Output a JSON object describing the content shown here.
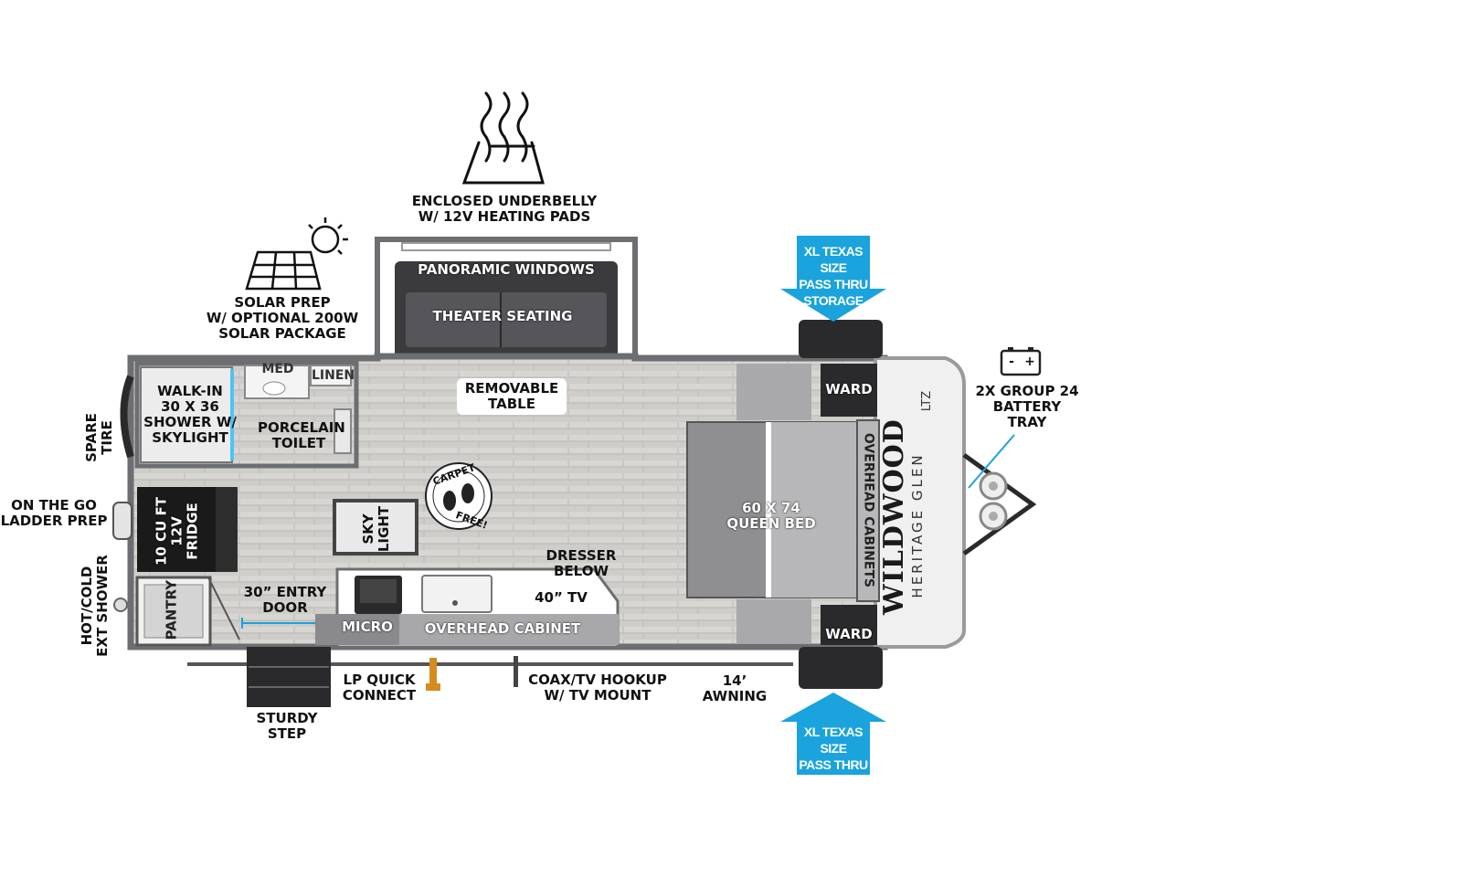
{
  "feature_icons": {
    "underbelly": "heat-waves-icon",
    "solar": "solar-panel-icon",
    "battery": "battery-icon",
    "carpet_free": "carpet-free-badge-icon"
  },
  "labels": {
    "underbelly": "ENCLOSED UNDERBELLY\nW/ 12V HEATING PADS",
    "solar": "SOLAR PREP\nW/ OPTIONAL 200W\nSOLAR PACKAGE",
    "panoramic_windows": "PANORAMIC WINDOWS",
    "theater_seating": "THEATER SEATING",
    "removable_table": "REMOVABLE\nTABLE",
    "med": "MED",
    "linen": "LINEN",
    "shower": "WALK-IN\n30 X 36\nSHOWER W/\nSKYLIGHT",
    "toilet": "PORCELAIN\nTOILET",
    "spare_tire": "SPARE\nTIRE",
    "ladder": "ON THE GO\nLADDER PREP",
    "fridge": "10 CU FT\n12V\nFRIDGE",
    "pantry": "PANTRY",
    "ext_shower": "HOT/COLD\nEXT SHOWER",
    "skylight": "SKY\nLIGHT",
    "entry_door": "30” ENTRY\nDOOR",
    "micro": "MICRO",
    "overhead_cabinet": "OVERHEAD CABINET",
    "dresser": "DRESSER\nBELOW",
    "tv": "40” TV",
    "queen_bed": "60 X  74\nQUEEN BED",
    "overhead_cabinets": "OVERHEAD CABINETS",
    "ward_top": "WARD",
    "ward_bottom": "WARD",
    "storage_top": "XL TEXAS SIZE\nPASS THRU\nSTORAGE",
    "storage_bottom": "XL TEXAS SIZE\nPASS THRU\nSTORAGE",
    "battery": "2X GROUP 24\nBATTERY\nTRAY",
    "battery_minus": "-",
    "battery_plus": "+",
    "lp": "LP QUICK\nCONNECT",
    "coax": "COAX/TV HOOKUP\nW/ TV MOUNT",
    "awning": "14’ AWNING",
    "step": "STURDY\nSTEP",
    "carpet_top": "CARPET",
    "carpet_bottom": "FREE!"
  },
  "branding": {
    "logo_main": "WILDWOOD",
    "logo_sub": "HERITAGE GLEN",
    "logo_mark": "LTZ"
  },
  "colors": {
    "storage_blue": "#1aa3dc",
    "floor": "#c9c7c3",
    "wall": "#6d6e71",
    "dark": "#2a2a2c",
    "bed": "#9d9d9f"
  }
}
